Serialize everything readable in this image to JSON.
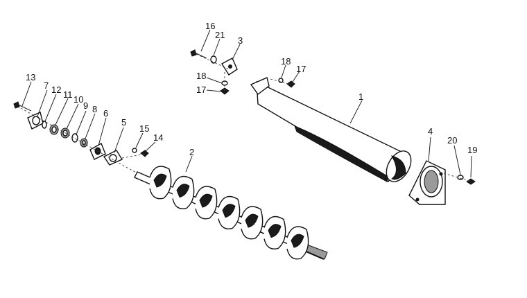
{
  "diagram": {
    "callouts": [
      "1",
      "2",
      "3",
      "4",
      "5",
      "6",
      "7",
      "8",
      "9",
      "10",
      "11",
      "12",
      "13",
      "14",
      "15",
      "16",
      "17",
      "17",
      "18",
      "18",
      "19",
      "20",
      "21"
    ]
  }
}
